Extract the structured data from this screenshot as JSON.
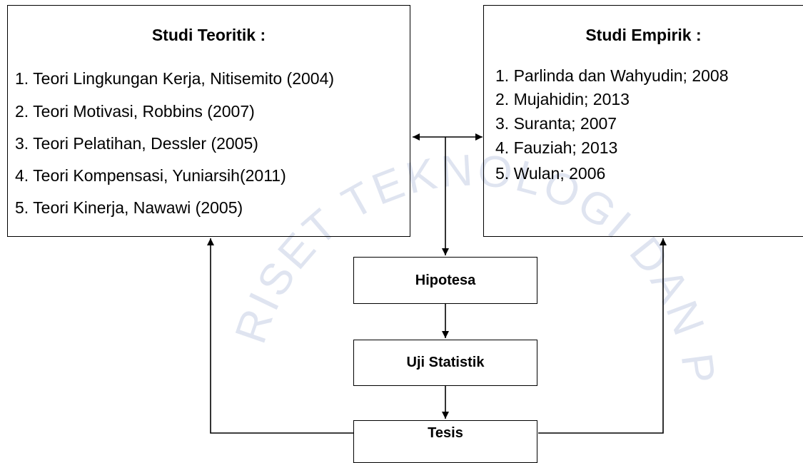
{
  "theory": {
    "title": "Studi Teoritik :",
    "items": [
      "1.  Teori Lingkungan Kerja, Nitisemito (2004)",
      "2.  Teori Motivasi, Robbins (2007)",
      "3.  Teori Pelatihan, Dessler (2005)",
      "4.  Teori Kompensasi, Yuniarsih(2011)",
      "5.  Teori Kinerja, Nawawi (2005)"
    ]
  },
  "empirical": {
    "title": "Studi Empirik :",
    "items": [
      "1.  Parlinda dan Wahyudin; 2008",
      "2.  Mujahidin; 2013",
      "3.  Suranta; 2007",
      "4.  Fauziah; 2013",
      "5.  Wulan; 2006"
    ]
  },
  "flow": {
    "hypothesis": "Hipotesa",
    "statistic_test": "Uji Statistik",
    "thesis": "Tesis"
  },
  "watermark": {
    "text": "RISET TEKNOLOGI DAN PEND",
    "color": "#3a55a4"
  }
}
